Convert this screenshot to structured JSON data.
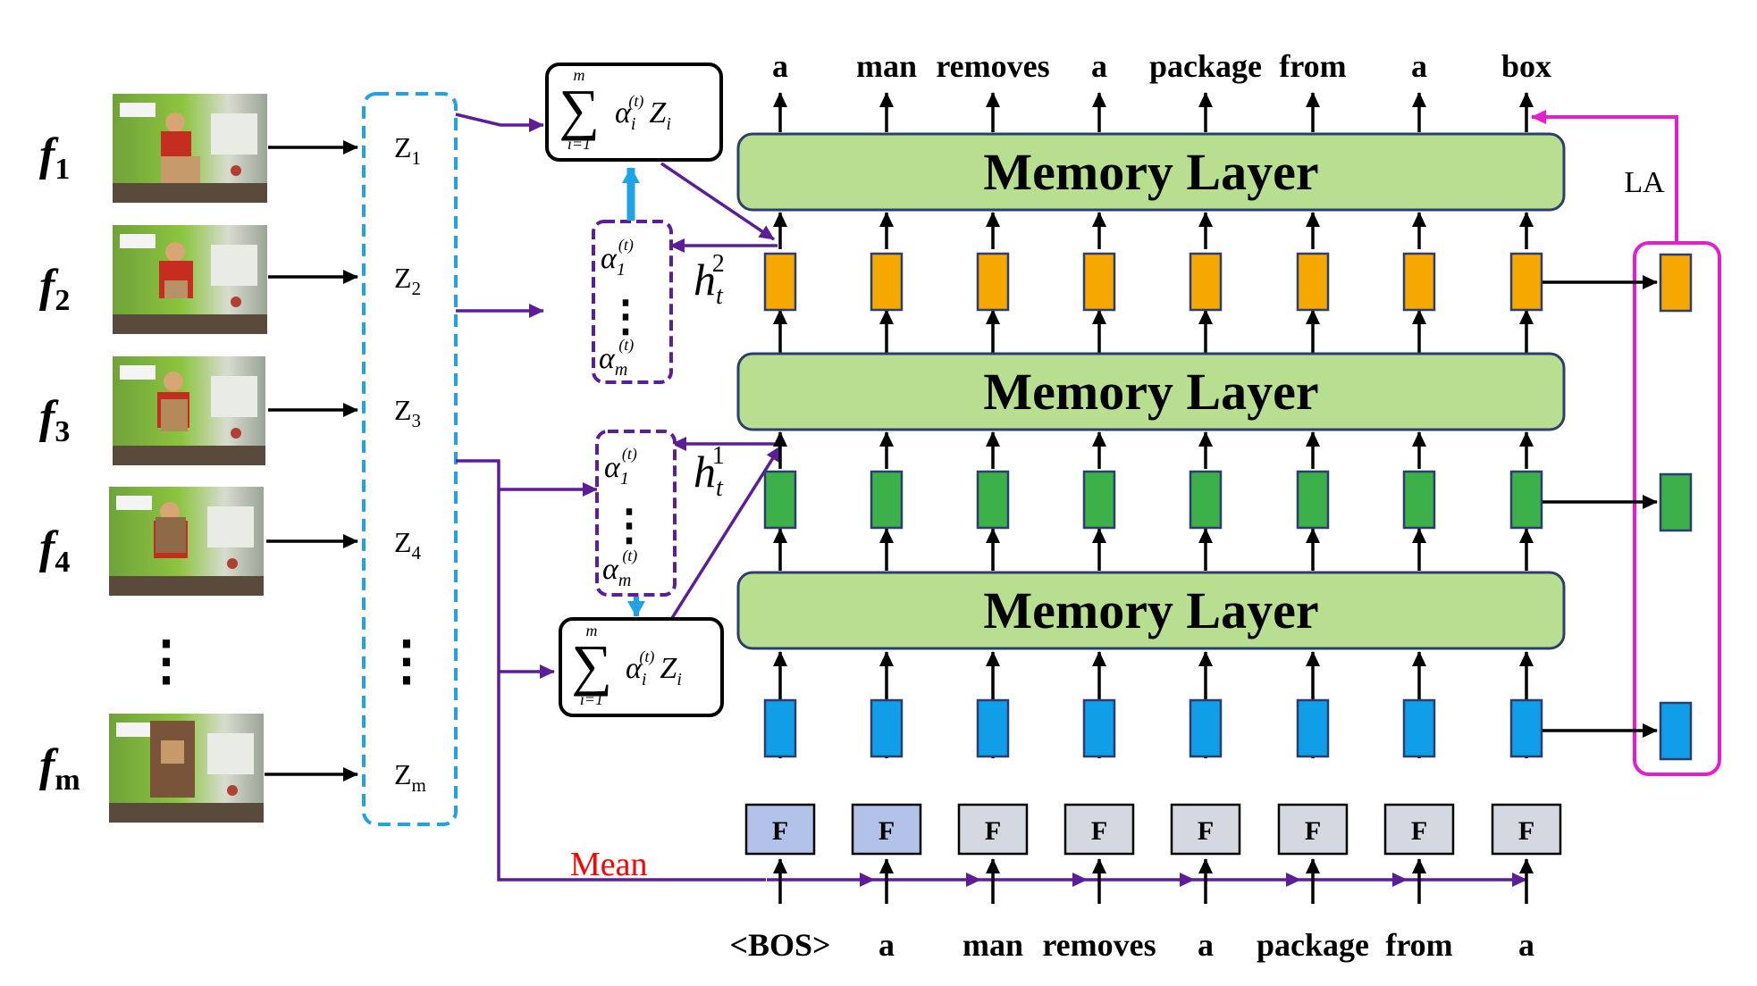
{
  "frames": {
    "labels": [
      {
        "base": "f",
        "sub": "1"
      },
      {
        "base": "f",
        "sub": "2"
      },
      {
        "base": "f",
        "sub": "3"
      },
      {
        "base": "f",
        "sub": "4"
      },
      {
        "base": "f",
        "sub": "m"
      }
    ],
    "ellipsis": "⋮"
  },
  "z_features": {
    "labels": [
      {
        "base": "Z",
        "sub": "1"
      },
      {
        "base": "Z",
        "sub": "2"
      },
      {
        "base": "Z",
        "sub": "3"
      },
      {
        "base": "Z",
        "sub": "4"
      },
      {
        "base": "Z",
        "sub": "m"
      }
    ],
    "ellipsis": "⋮"
  },
  "attention": {
    "sum_formula": {
      "top": "m",
      "sigma": "∑",
      "bottom": "i=1",
      "alpha": "α",
      "alpha_sub": "i",
      "alpha_sup": "(t)",
      "z": "Z",
      "z_sub": "i"
    },
    "alpha_first": {
      "alpha": "α",
      "sub": "1",
      "sup": "(t)"
    },
    "alpha_last": {
      "alpha": "α",
      "sub": "m",
      "sup": "(t)"
    },
    "dots": "⋮",
    "hidden_top": {
      "base": "h",
      "sub": "t",
      "sup": "2"
    },
    "hidden_bottom": {
      "base": "h",
      "sub": "t",
      "sup": "1"
    }
  },
  "memory_layers": [
    "Memory Layer",
    "Memory Layer",
    "Memory Layer"
  ],
  "output_words": [
    "a",
    "man",
    "removes",
    "a",
    "package",
    "from",
    "a",
    "box"
  ],
  "input_words": [
    "<BOS>",
    "a",
    "man",
    "removes",
    "a",
    "package",
    "from",
    "a"
  ],
  "f_blocks": [
    "F",
    "F",
    "F",
    "F",
    "F",
    "F",
    "F",
    "F"
  ],
  "mean_label": "Mean",
  "la_label": "LA",
  "colors": {
    "purple": "#5b1e96",
    "blue_dashed": "#1ea3e8",
    "magenta": "#e61ccf",
    "memory_fill": "#b8de8f",
    "memory_stroke": "#2c3d6f",
    "orange": "#f5a800",
    "green": "#3cb049",
    "blue": "#119ee8",
    "f_fill_first": "#b3c2e8",
    "f_fill": "#d4d8e0",
    "mean_red": "#ff0000"
  }
}
